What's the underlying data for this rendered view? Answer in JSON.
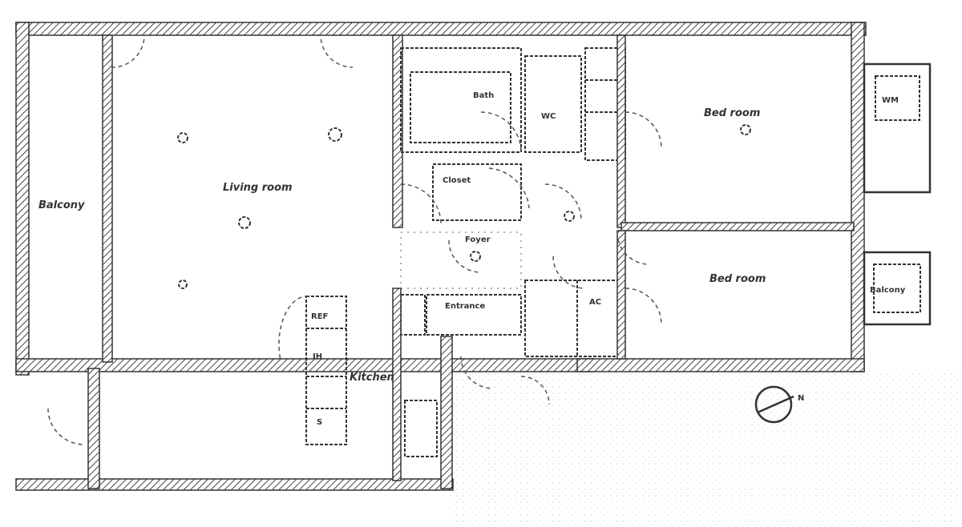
{
  "rooms": {
    "balcony": "Balcony",
    "living": "Living room",
    "bed1": "Bed room",
    "bed2": "Bed room",
    "kitchen": "Kitchen",
    "entrance": "Entrance",
    "foyer": "Foyer",
    "closet": "Closet",
    "bath": "Bath",
    "toilet": "WC",
    "wash": "WM",
    "balcony2": "Balcony"
  },
  "fixtures": {
    "fridge": "REF",
    "range": "IH",
    "sink": "S",
    "ac": "AC"
  },
  "compass": {
    "label": "N"
  }
}
